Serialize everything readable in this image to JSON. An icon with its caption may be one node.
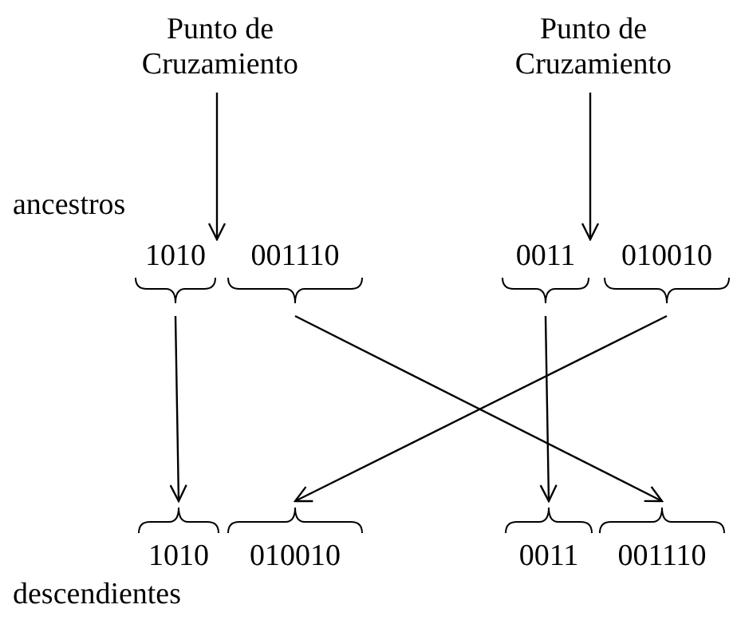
{
  "diagram": {
    "nodes": [
      {
        "text": [
          "Punto de Cruzamiento"
        ]
      },
      {
        "text": [
          "Punto de Cruzamiento"
        ]
      },
      {
        "text": [
          "1010"
        ]
      },
      {
        "text": [
          "001110"
        ]
      },
      {
        "text": [
          "0011"
        ]
      },
      {
        "text": [
          "010010"
        ]
      },
      {
        "text": [
          "1010"
        ]
      },
      {
        "text": [
          "010010"
        ]
      },
      {
        "text": [
          "0011"
        ]
      },
      {
        "text": [
          "001110"
        ]
      }
    ],
    "edges": [
      {
        "from": 0,
        "to": 2,
        "arrow": "to"
      },
      {
        "from": 1,
        "to": 4,
        "arrow": "to"
      },
      {
        "from": 2,
        "to": 6,
        "arrow": "to"
      },
      {
        "from": 3,
        "to": 9,
        "arrow": "to"
      },
      {
        "from": 4,
        "to": 8,
        "arrow": "to"
      },
      {
        "from": 5,
        "to": 7,
        "arrow": "to"
      }
    ],
    "labels": [
      "ancestros",
      "descendientes"
    ]
  }
}
